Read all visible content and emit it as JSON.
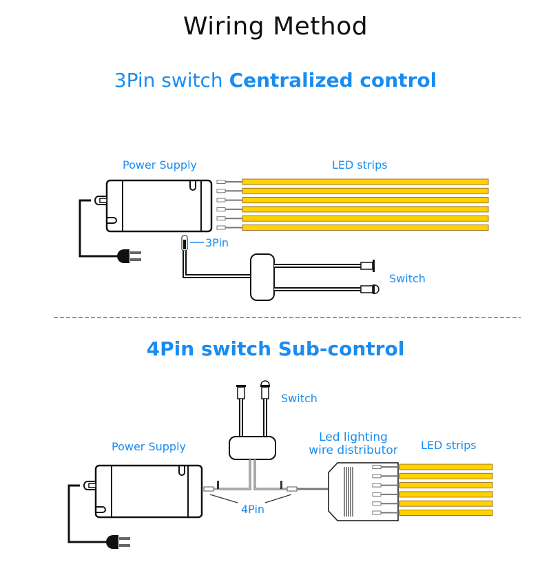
{
  "title": "Wiring Method",
  "section1": {
    "heading_plain": "3Pin switch ",
    "heading_bold": "Centralized control",
    "labels": {
      "power_supply": "Power Supply",
      "led_strips": "LED strips",
      "connector": "3Pin",
      "switch": "Switch"
    },
    "strip_count": 6,
    "switch_count": 2
  },
  "section2": {
    "heading": "4Pin switch Sub-control",
    "labels": {
      "power_supply": "Power Supply",
      "switch": "Switch",
      "distributor_line1": "Led lighting",
      "distributor_line2": "wire distributor",
      "led_strips": "LED strips",
      "connector": "4Pin"
    },
    "strip_count": 6,
    "switch_count": 2
  },
  "colors": {
    "accent": "#1a8cf0",
    "strip_fill": "#ffd200",
    "strip_border": "#a0742a",
    "line": "#111111"
  }
}
